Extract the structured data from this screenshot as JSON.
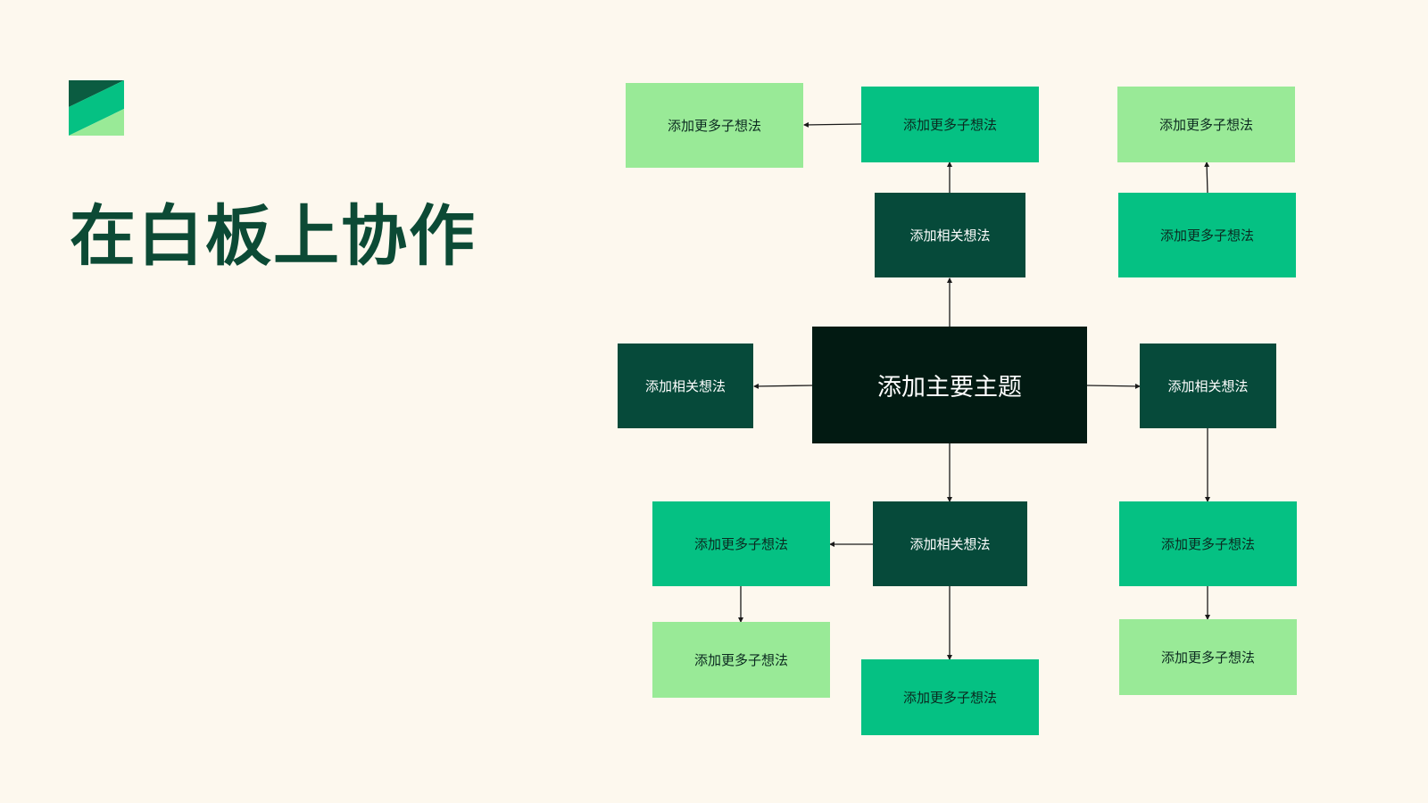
{
  "slide": {
    "title": "在白板上协作"
  },
  "colors": {
    "background": "#fdf8ee",
    "title": "#0c4a35",
    "main_topic": "#021a12",
    "related_idea": "#064a3a",
    "sub_idea_mid": "#05c183",
    "sub_idea_light": "#99ea97",
    "connector": "#1a1a1a"
  },
  "mindmap": {
    "main_topic": "添加主要主题",
    "related_top": "添加相关想法",
    "related_left": "添加相关想法",
    "related_right": "添加相关想法",
    "related_bottom": "添加相关想法",
    "sub_top_center": "添加更多子想法",
    "sub_top_left": "添加更多子想法",
    "sub_top_right_upper": "添加更多子想法",
    "sub_top_right_lower": "添加更多子想法",
    "sub_bottom_left_upper": "添加更多子想法",
    "sub_bottom_left_lower": "添加更多子想法",
    "sub_bottom_center": "添加更多子想法",
    "sub_right_upper": "添加更多子想法",
    "sub_right_lower": "添加更多子想法"
  }
}
